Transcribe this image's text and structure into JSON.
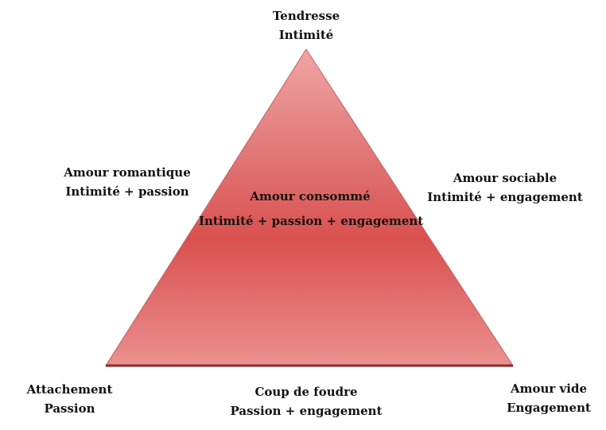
{
  "apex": {
    "line1": "Tendresse",
    "line2": "Intimité"
  },
  "center": {
    "line1": "Amour consommé",
    "line2": "Intimité + passion + engagement"
  },
  "left_side": {
    "line1": "Amour romantique",
    "line2": "Intimité + passion"
  },
  "right_side": {
    "line1": "Amour sociable",
    "line2": "Intimité + engagement"
  },
  "bottom_left": {
    "line1": "Attachement",
    "line2": "Passion"
  },
  "bottom_center": {
    "line1": "Coup de foudre",
    "line2": "Passion + engagement"
  },
  "bottom_right": {
    "line1": "Amour vide",
    "line2": "Engagement"
  },
  "colors": {
    "light": "#eea0a0",
    "dark": "#d9514f",
    "edge": "#8a2a2a"
  }
}
